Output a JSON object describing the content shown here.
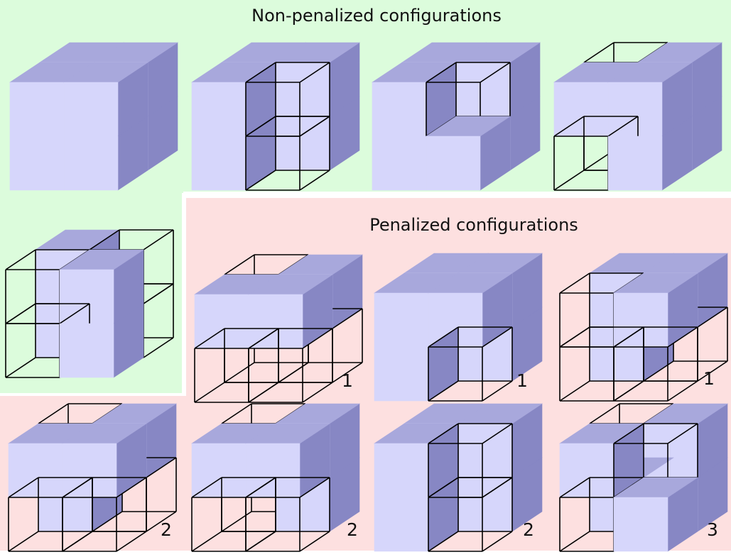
{
  "titles": {
    "non_penalized": "Non-penalized configurations",
    "penalized": "Penalized configurations"
  },
  "colors": {
    "non_penalized_bg": "#dcfcdc",
    "penalized_bg": "#fde0e0",
    "cube_front": "#d6d6fb",
    "cube_top": "#a8a8dc",
    "cube_side": "#8787c4",
    "wire": "#000000"
  },
  "configurations": [
    {
      "group": "non-penalized",
      "filled": [
        [
          0,
          0,
          0
        ],
        [
          1,
          0,
          0
        ],
        [
          0,
          1,
          0
        ],
        [
          1,
          1,
          0
        ],
        [
          0,
          0,
          1
        ],
        [
          1,
          0,
          1
        ],
        [
          0,
          1,
          1
        ],
        [
          1,
          1,
          1
        ]
      ],
      "count": ""
    },
    {
      "group": "non-penalized",
      "filled": [
        [
          0,
          0,
          0
        ],
        [
          0,
          1,
          0
        ],
        [
          0,
          0,
          1
        ],
        [
          0,
          1,
          1
        ],
        [
          1,
          0,
          1
        ],
        [
          1,
          1,
          1
        ]
      ],
      "count": ""
    },
    {
      "group": "non-penalized",
      "filled": [
        [
          0,
          0,
          0
        ],
        [
          0,
          1,
          0
        ],
        [
          0,
          0,
          1
        ],
        [
          0,
          1,
          1
        ],
        [
          1,
          0,
          1
        ],
        [
          1,
          1,
          1
        ],
        [
          1,
          1,
          0
        ]
      ],
      "count": ""
    },
    {
      "group": "non-penalized",
      "filled": [
        [
          0,
          0,
          0
        ],
        [
          1,
          0,
          1
        ],
        [
          1,
          1,
          1
        ],
        [
          1,
          0,
          0
        ],
        [
          1,
          1,
          0
        ]
      ],
      "count": ""
    },
    {
      "group": "non-penalized",
      "filled": [
        [
          1,
          0,
          0
        ],
        [
          1,
          1,
          0
        ],
        [
          0,
          0,
          1
        ],
        [
          0,
          1,
          1
        ]
      ],
      "count": ""
    },
    {
      "group": "penalized",
      "filled": [
        [
          0,
          0,
          0
        ],
        [
          1,
          0,
          0
        ],
        [
          1,
          0,
          1
        ]
      ],
      "count": "1"
    },
    {
      "group": "penalized",
      "filled": [
        [
          0,
          0,
          0
        ],
        [
          0,
          1,
          0
        ],
        [
          0,
          0,
          1
        ],
        [
          0,
          1,
          1
        ],
        [
          1,
          0,
          1
        ],
        [
          1,
          1,
          1
        ],
        [
          1,
          0,
          0
        ]
      ],
      "count": "1"
    },
    {
      "group": "penalized",
      "filled": [
        [
          1,
          0,
          0
        ],
        [
          0,
          1,
          1
        ],
        [
          0,
          0,
          1
        ],
        [
          1,
          0,
          1
        ]
      ],
      "count": "1"
    },
    {
      "group": "penalized",
      "filled": [
        [
          0,
          0,
          0
        ],
        [
          0,
          1,
          1
        ],
        [
          1,
          0,
          1
        ],
        [
          1,
          0,
          0
        ]
      ],
      "count": "2"
    },
    {
      "group": "penalized",
      "filled": [
        [
          0,
          0,
          0
        ],
        [
          1,
          0,
          0
        ],
        [
          1,
          1,
          1
        ],
        [
          1,
          0,
          1
        ]
      ],
      "count": "2"
    },
    {
      "group": "penalized",
      "filled": [
        [
          0,
          0,
          0
        ],
        [
          0,
          1,
          0
        ],
        [
          0,
          0,
          1
        ],
        [
          1,
          1,
          1
        ],
        [
          1,
          0,
          1
        ],
        [
          0,
          1,
          1
        ]
      ],
      "count": "2"
    },
    {
      "group": "penalized",
      "filled": [
        [
          0,
          0,
          0
        ],
        [
          1,
          1,
          0
        ],
        [
          1,
          0,
          1
        ],
        [
          1,
          1,
          1
        ],
        [
          0,
          1,
          1
        ]
      ],
      "count": "3"
    }
  ]
}
